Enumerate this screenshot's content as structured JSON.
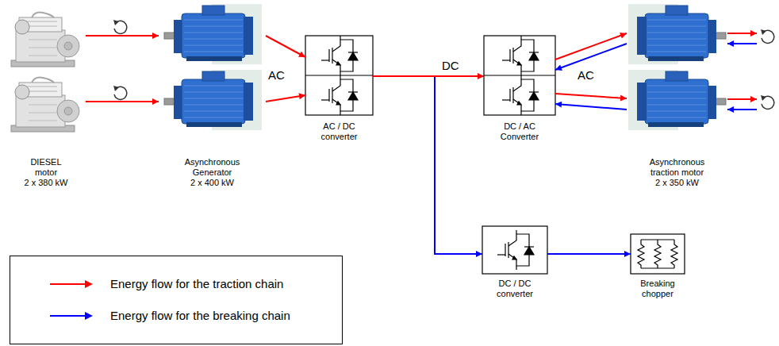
{
  "diagram": {
    "nodes": [
      {
        "text": [
          "DIESEL motor",
          "2 x 380 kW"
        ]
      },
      {
        "text": [
          "Asynchronous Generator",
          "2 x 400 kW"
        ]
      },
      {
        "text": [
          "AC / DC converter"
        ]
      },
      {
        "text": [
          "DC / AC Converter"
        ]
      },
      {
        "text": [
          "Asynchronous traction motor",
          "2 x 350 kW"
        ]
      },
      {
        "text": [
          "DC / DC converter"
        ]
      },
      {
        "text": [
          "Breaking chopper"
        ]
      }
    ],
    "edges": [
      {
        "from": 0,
        "to": 1,
        "arrow": "to"
      },
      {
        "from": 0,
        "to": 1,
        "arrow": "to"
      },
      {
        "from": 1,
        "to": 2,
        "arrow": "to"
      },
      {
        "from": 1,
        "to": 2,
        "arrow": "to"
      },
      {
        "from": 2,
        "to": 3,
        "arrow": "to"
      },
      {
        "from": 3,
        "to": 4,
        "arrow": "to"
      },
      {
        "from": 4,
        "to": 3,
        "arrow": "to"
      },
      {
        "from": 3,
        "to": 4,
        "arrow": "to"
      },
      {
        "from": 4,
        "to": 3,
        "arrow": "to"
      },
      {
        "from": 3,
        "to": 5,
        "arrow": "to"
      },
      {
        "from": 5,
        "to": 6,
        "arrow": "to"
      }
    ],
    "labels": [
      "AC",
      "DC",
      "AC"
    ],
    "legend": [
      {
        "text": "Energy flow for the traction chain"
      },
      {
        "text": "Energy flow for the breaking chain"
      }
    ]
  }
}
